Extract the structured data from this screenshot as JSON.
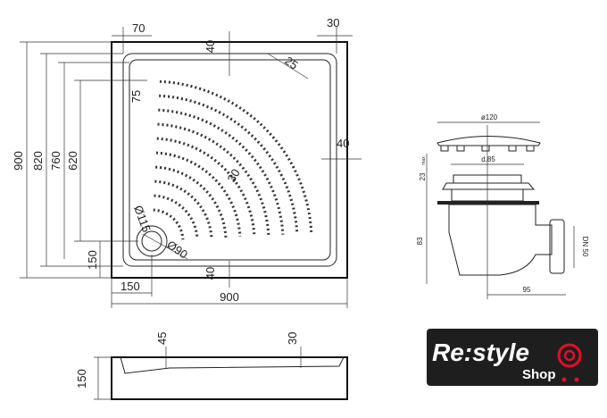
{
  "plan_view": {
    "dims": {
      "top_70": "70",
      "top_30": "30",
      "top_40": "40",
      "corner_25": "25",
      "left_75": "75",
      "right_40": "40",
      "center_30": "30",
      "drain_115": "Ø115",
      "drain_90": "Ø90",
      "bottom_40": "40",
      "left_150": "150",
      "bottom_150": "150",
      "width_900": "900",
      "height_900": "900",
      "height_820": "820",
      "height_760": "760",
      "height_620": "620"
    }
  },
  "side_view": {
    "dims": {
      "d45": "45",
      "d30": "30",
      "d150": "150"
    }
  },
  "drain_detail": {
    "dims": {
      "cap": "ø120",
      "d85": "d.85",
      "d23": "23",
      "max": "max",
      "d83": "83",
      "dn50": "DN 50",
      "d95": "95"
    }
  },
  "logo": {
    "main": "Re:style",
    "sub": "Shop",
    "accent": "#e0102a"
  }
}
